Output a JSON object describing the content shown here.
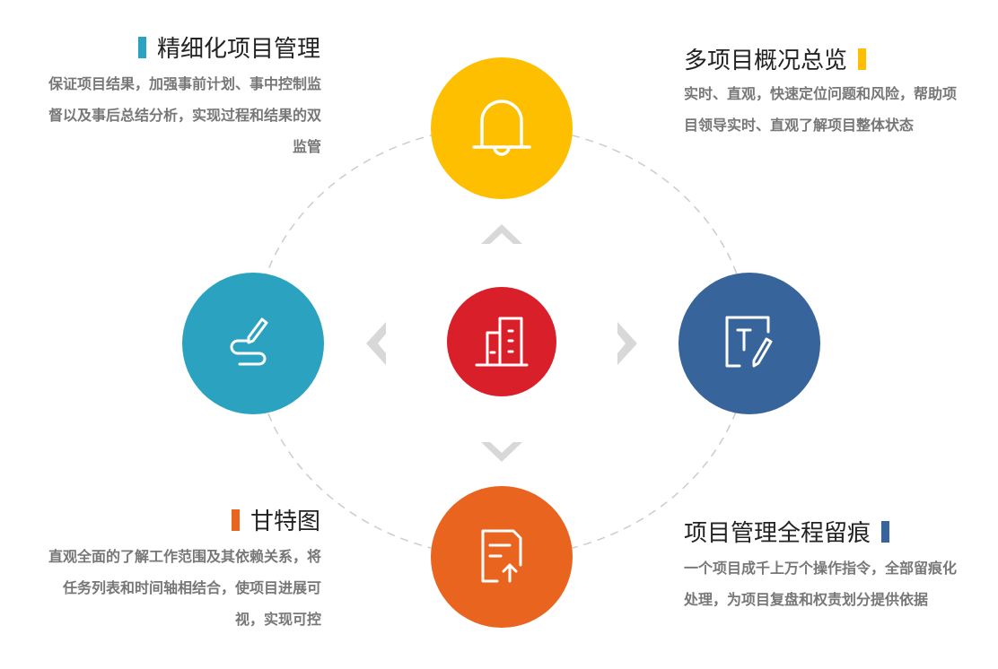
{
  "center": {
    "icon": "building-icon",
    "color": "#d9202a"
  },
  "nodes": [
    {
      "title": "多项目概况总览",
      "desc": "实时、直观，快速定位问题和风险，帮助项目领导实时、直观了解项目整体状态",
      "color": "#fdbf00",
      "icon": "bell-icon"
    },
    {
      "title": "精细化项目管理",
      "desc": "保证项目结果，加强事前计划、事中控制监督以及事后总结分析，实现过程和结果的双监管",
      "color": "#2ba3c0",
      "icon": "signature-icon"
    },
    {
      "title": "项目管理全程留痕",
      "desc": "一个项目成千上万个操作指令，全部留痕化处理，为项目复盘和权责划分提供依据",
      "color": "#36649b",
      "icon": "text-edit-icon"
    },
    {
      "title": "甘特图",
      "desc": "直观全面的了解工作范围及其依赖关系，将任务列表和时间轴相结合，使项目进展可视，实现可控",
      "color": "#e8641f",
      "icon": "document-upload-icon"
    }
  ]
}
